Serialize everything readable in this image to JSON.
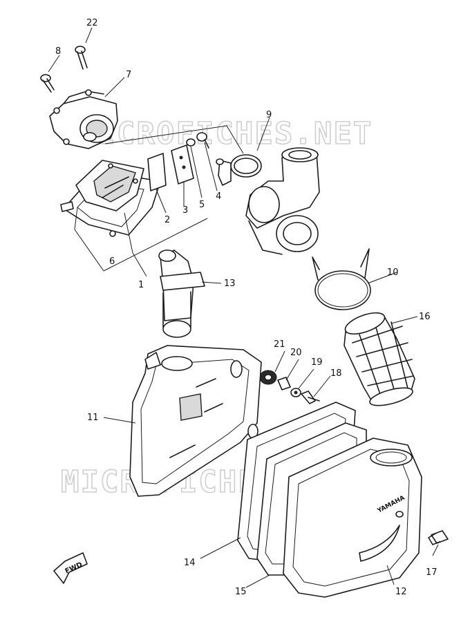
{
  "watermark": {
    "text": "MICROFICHES.NET"
  },
  "labels": {
    "p1": "1",
    "p2": "2",
    "p3": "3",
    "p4": "4",
    "p5": "5",
    "p6": "6",
    "p7": "7",
    "p8": "8",
    "p9": "9",
    "p10": "10",
    "p11": "11",
    "p12": "12",
    "p13": "13",
    "p14": "14",
    "p15": "15",
    "p16": "16",
    "p17": "17",
    "p18": "18",
    "p19": "19",
    "p20": "20",
    "p21": "21",
    "p22": "22"
  },
  "box_marking": {
    "brand": "YAMAHA"
  },
  "fwd_arrow": {
    "text": "FWD"
  }
}
